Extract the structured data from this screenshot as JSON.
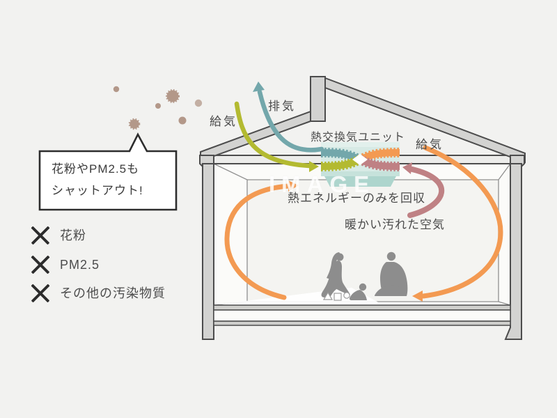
{
  "bubble": {
    "lines": [
      "花粉やPM2.5も",
      "シャットアウト!"
    ]
  },
  "blocked_items": [
    {
      "label": "花粉"
    },
    {
      "label": "PM2.5"
    },
    {
      "label": "その他の汚染物質"
    }
  ],
  "labels": {
    "supply_left": "給気",
    "exhaust": "排気",
    "unit": "熱交換気ユニット",
    "supply_right": "給気",
    "heat_recovery": "熱エネルギーのみを回収",
    "warm_dirty_air": "暖かい汚れた空気"
  },
  "watermark": "IMAGE",
  "colors": {
    "supply_fresh": "#b3ba31",
    "exhaust_air": "#73a7ab",
    "supply_warm": "#f39a52",
    "return_air": "#bf8184",
    "unit_body": "#d7eae5",
    "pollen": "#b39889",
    "background": "#f2f2f0",
    "house_frame": "#d3d3d1",
    "outline": "#4c4c4c"
  }
}
